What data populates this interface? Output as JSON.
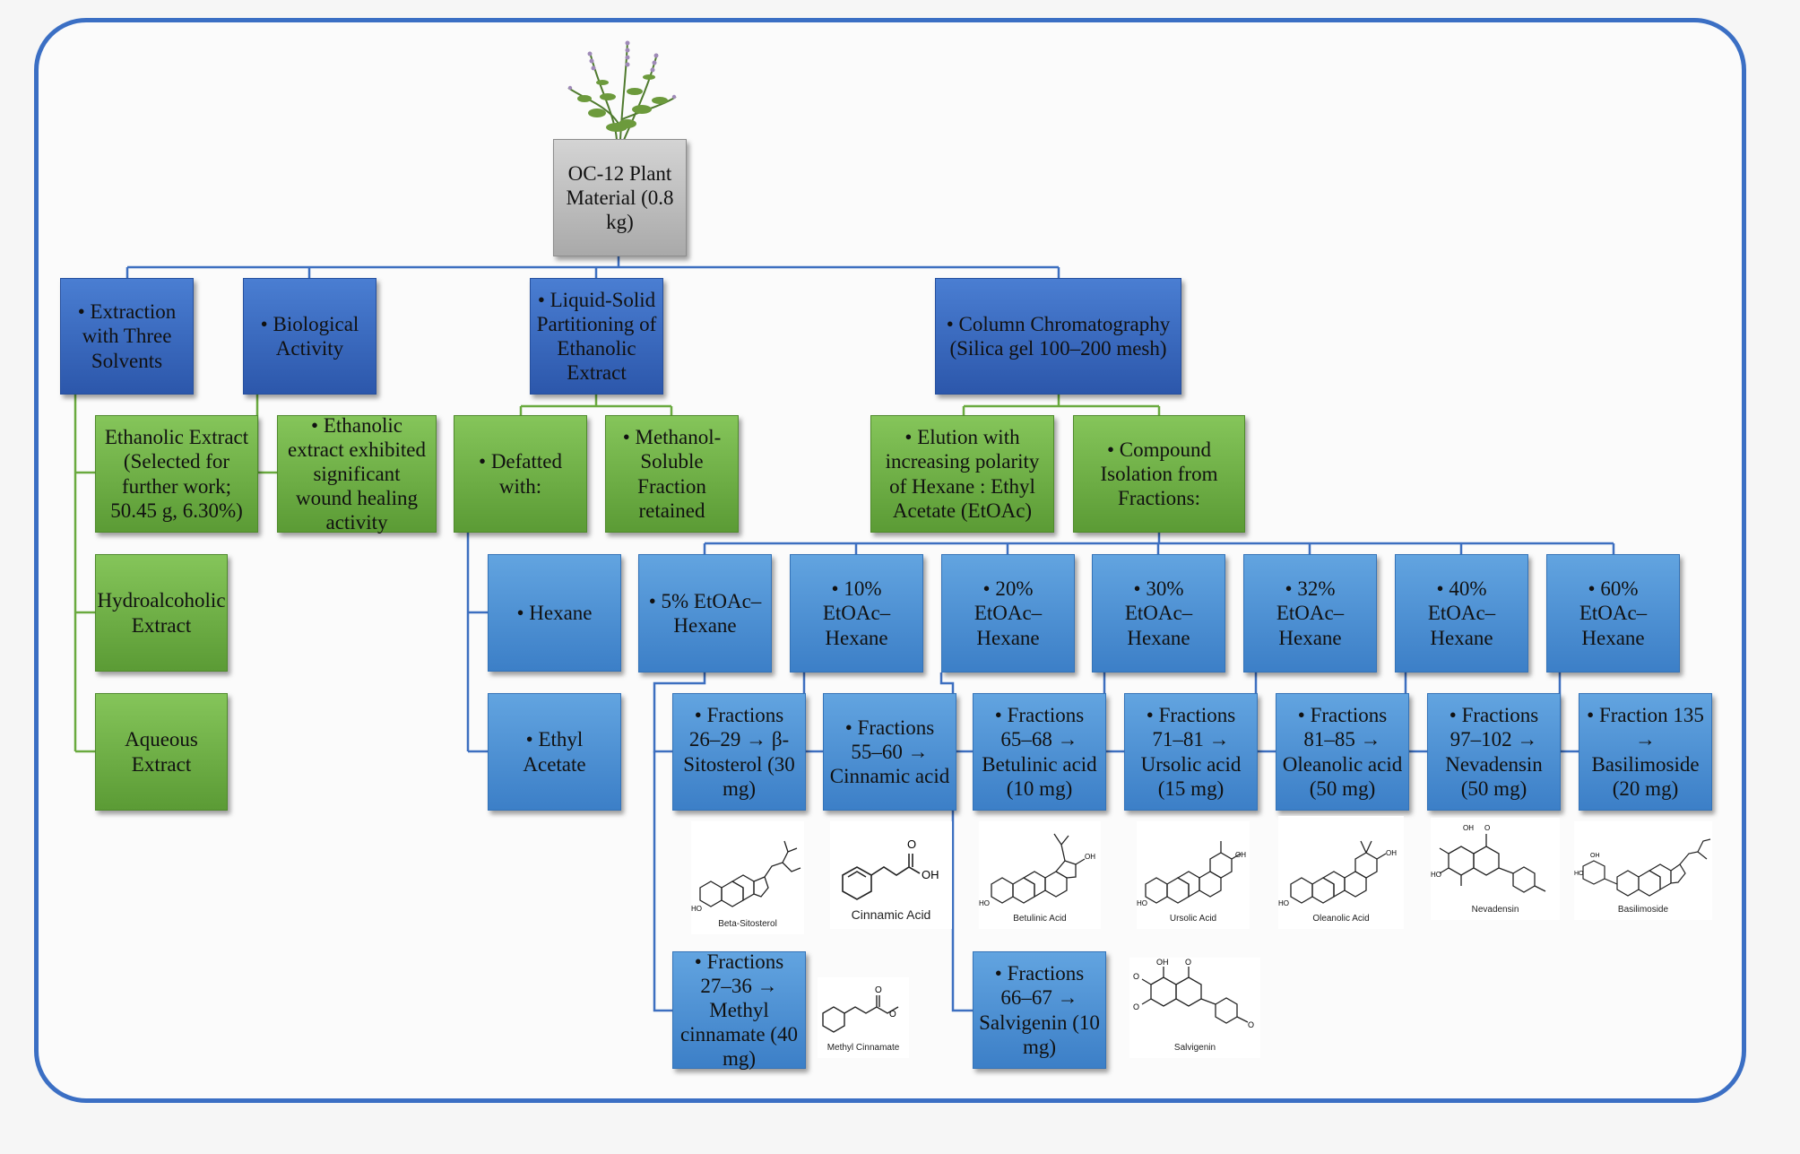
{
  "root": "OC-12 Plant Material (0.8 kg)",
  "level1": {
    "extraction": "Extraction with Three Solvents",
    "biological": "Biological Activity",
    "partitioning": "Liquid-Solid Partitioning of Ethanolic Extract",
    "column": "Column Chromatography (Silica gel 100–200 mesh)"
  },
  "extracts": {
    "ethanolic": "Ethanolic Extract (Selected for further work; 50.45 g, 6.30%)",
    "hydroalcoholic": "Hydroalcoholic Extract",
    "aqueous": "Aqueous Extract"
  },
  "bio_result": "Ethanolic extract exhibited significant wound healing activity",
  "partition": {
    "defatted": "Defatted with:",
    "methanol": "Methanol-Soluble Fraction retained",
    "hexane": "Hexane",
    "ethyl_acetate": "Ethyl Acetate"
  },
  "column_children": {
    "elution": "Elution with increasing polarity of Hexane : Ethyl Acetate (EtOAc)",
    "isolation": "Compound Isolation from Fractions:"
  },
  "solvents": [
    "5% EtOAc–Hexane",
    "10% EtOAc–Hexane",
    "20% EtOAc–Hexane",
    "30% EtOAc–Hexane",
    "32% EtOAc–Hexane",
    "40% EtOAc–Hexane",
    "60% EtOAc–Hexane"
  ],
  "fractions": [
    "Fractions 26–29 → β-Sitosterol (30 mg)",
    "Fractions 55–60 → Cinnamic acid",
    "Fractions 65–68 → Betulinic acid (10 mg)",
    "Fractions 71–81 → Ursolic acid (15 mg)",
    "Fractions 81–85 → Oleanolic acid (50 mg)",
    "Fractions 97–102 → Nevadensin (50 mg)",
    "Fraction 135 → Basilimoside (20 mg)"
  ],
  "fractions_extra": [
    "Fractions 27–36 → Methyl cinnamate (40 mg)",
    "Fractions 66–67 → Salvigenin (10 mg)"
  ],
  "molecules": [
    "Beta-Sitosterol",
    "Cinnamic Acid",
    "Betulinic Acid",
    "Ursolic Acid",
    "Oleanolic Acid",
    "Nevadensin",
    "Basilimoside"
  ],
  "molecules_extra": [
    "Methyl Cinnamate",
    "Salvigenin"
  ],
  "atom_labels": {
    "ho": "HO",
    "oh": "OH",
    "o": "O"
  },
  "colors": {
    "frame": "#3b6fc4",
    "connector": "#3d6fc0",
    "blue_box": "#2f5db3",
    "green_box": "#6aaa3f",
    "light_blue_box": "#4a8ed3",
    "gray_box": "#b8b8b8"
  }
}
